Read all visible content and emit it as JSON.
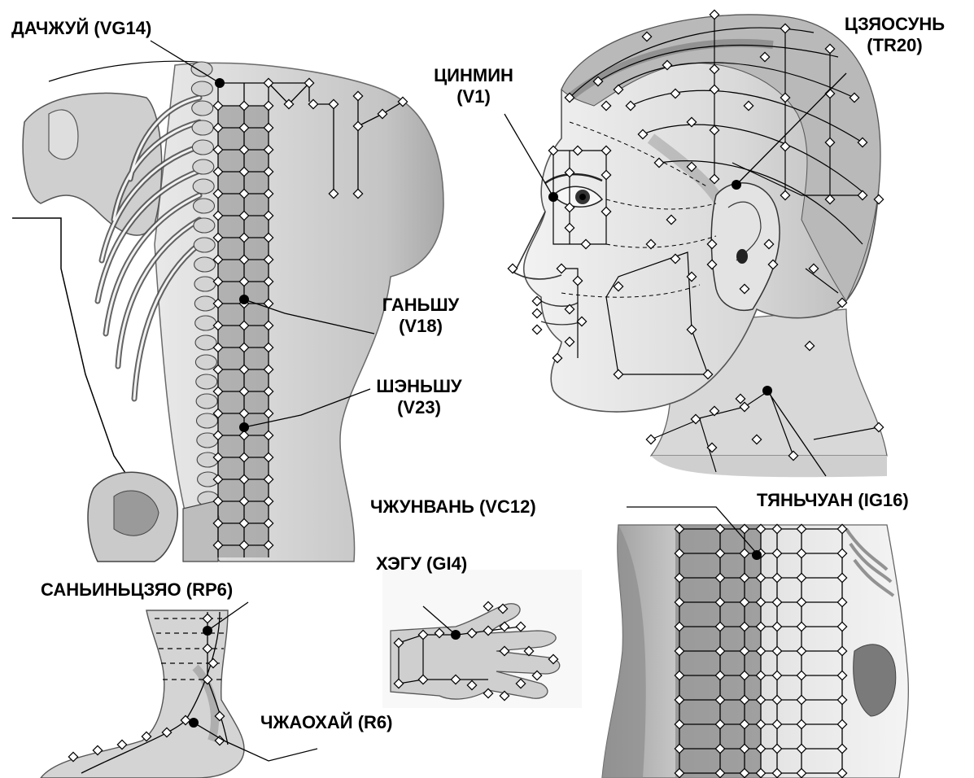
{
  "colors": {
    "background": "#ffffff",
    "skin_shade": "#bdbdbd",
    "skin_dark": "#7a7a7a",
    "channel_fill": "#8a8a8a",
    "line": "#000000",
    "point_fill": "#ffffff"
  },
  "figures": [
    {
      "id": "back",
      "name": "back-torso"
    },
    {
      "id": "head",
      "name": "head-profile"
    },
    {
      "id": "abdomen",
      "name": "abdomen"
    },
    {
      "id": "leg",
      "name": "lower-leg-foot"
    },
    {
      "id": "hand",
      "name": "hand"
    }
  ],
  "points": [
    {
      "id": "dazhui",
      "name": "ДАЧЖУЙ",
      "code": "(VG14)",
      "label": "ДАЧЖУЙ (VG14)"
    },
    {
      "id": "jingming",
      "name": "ЦИНМИН",
      "code": "(V1)"
    },
    {
      "id": "jiaosun",
      "name": "ЦЗЯОСУНЬ",
      "code": "(TR20)"
    },
    {
      "id": "ganshu",
      "name": "ГАНЬШУ",
      "code": "(V18)"
    },
    {
      "id": "shenshu",
      "name": "ШЭНЬШУ",
      "code": "(V23)"
    },
    {
      "id": "tianchuang",
      "name": "ТЯНЬЧУАН",
      "code": "(IG16)",
      "label": "ТЯНЬЧУАН (IG16)"
    },
    {
      "id": "zhongwan",
      "name": "ЧЖУНВАНЬ",
      "code": "(VC12)",
      "label": "ЧЖУНВАНЬ (VC12)"
    },
    {
      "id": "hegu",
      "name": "ХЭГУ",
      "code": "(GI4)",
      "label": "ХЭГУ (GI4)"
    },
    {
      "id": "sanyinjiao",
      "name": "САНЬИНЬЦЗЯО",
      "code": "(RP6)",
      "label": "САНЬИНЬЦЗЯО (RP6)"
    },
    {
      "id": "zhaohai",
      "name": "ЧЖАОХАЙ",
      "code": "(R6)",
      "label": "ЧЖАОХАЙ (R6)"
    }
  ]
}
